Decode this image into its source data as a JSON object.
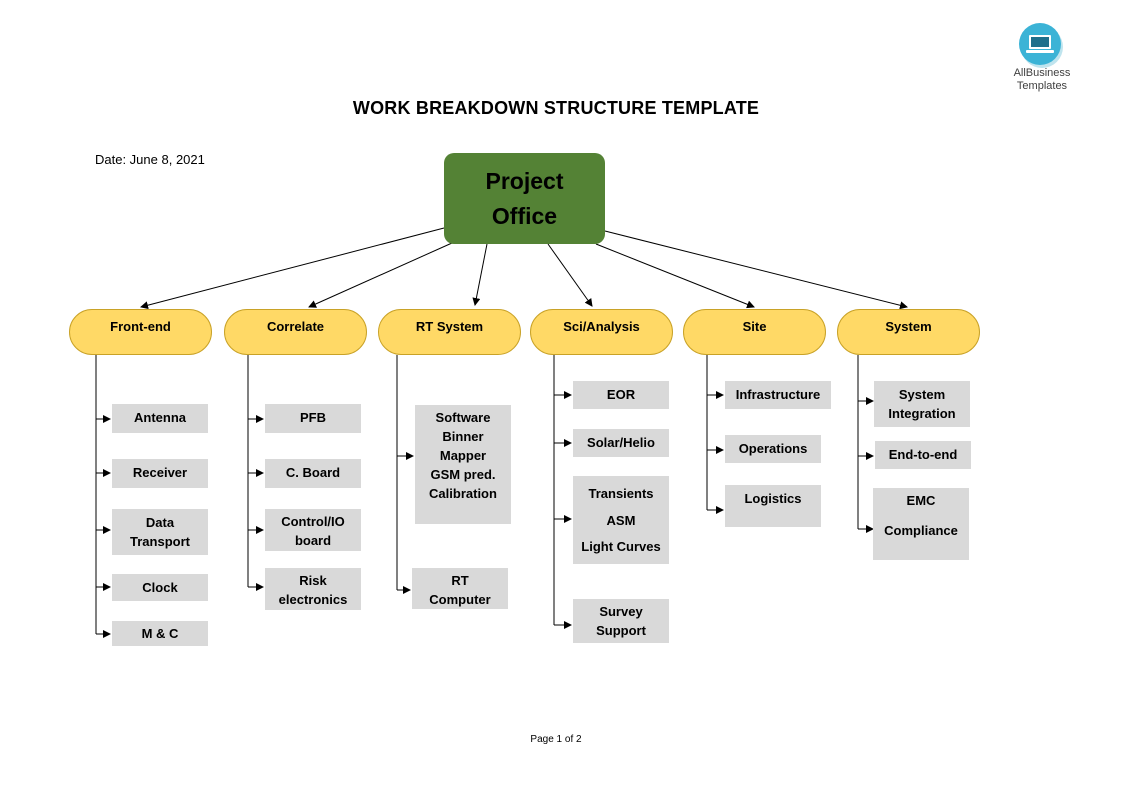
{
  "page": {
    "title": "WORK BREAKDOWN STRUCTURE TEMPLATE",
    "date": "Date:  June 8, 2021",
    "footer": "Page 1 of 2"
  },
  "logo": {
    "line1": "AllBusiness",
    "line2": "Templates",
    "icon": "laptop-icon"
  },
  "colors": {
    "root": "#548235",
    "category": "#ffd966",
    "item": "#d9d9d9"
  },
  "root": {
    "line1": "Project",
    "line2": "Office"
  },
  "categories": [
    {
      "label": "Front-end",
      "items": [
        [
          "Antenna"
        ],
        [
          "Receiver"
        ],
        [
          "Data",
          "Transport"
        ],
        [
          "Clock"
        ],
        [
          "M & C"
        ]
      ]
    },
    {
      "label": "Correlate",
      "items": [
        [
          "PFB"
        ],
        [
          "C. Board"
        ],
        [
          "Control/IO",
          "board"
        ],
        [
          "Risk",
          "electronics"
        ]
      ]
    },
    {
      "label": "RT System",
      "items": [
        [
          "Software",
          "Binner",
          "Mapper",
          "GSM pred.",
          "Calibration"
        ],
        [
          "RT",
          "Computer"
        ]
      ]
    },
    {
      "label": "Sci/Analysis",
      "items": [
        [
          "EOR"
        ],
        [
          "Solar/Helio"
        ],
        [
          "Transients",
          "ASM",
          "Light Curves"
        ],
        [
          "Survey",
          "Support"
        ]
      ]
    },
    {
      "label": "Site",
      "items": [
        [
          "Infrastructure"
        ],
        [
          "Operations"
        ],
        [
          "Logistics"
        ]
      ]
    },
    {
      "label": "System",
      "items": [
        [
          "System",
          "Integration"
        ],
        [
          "End-to-end"
        ],
        [
          "EMC",
          "Compliance"
        ]
      ]
    }
  ]
}
